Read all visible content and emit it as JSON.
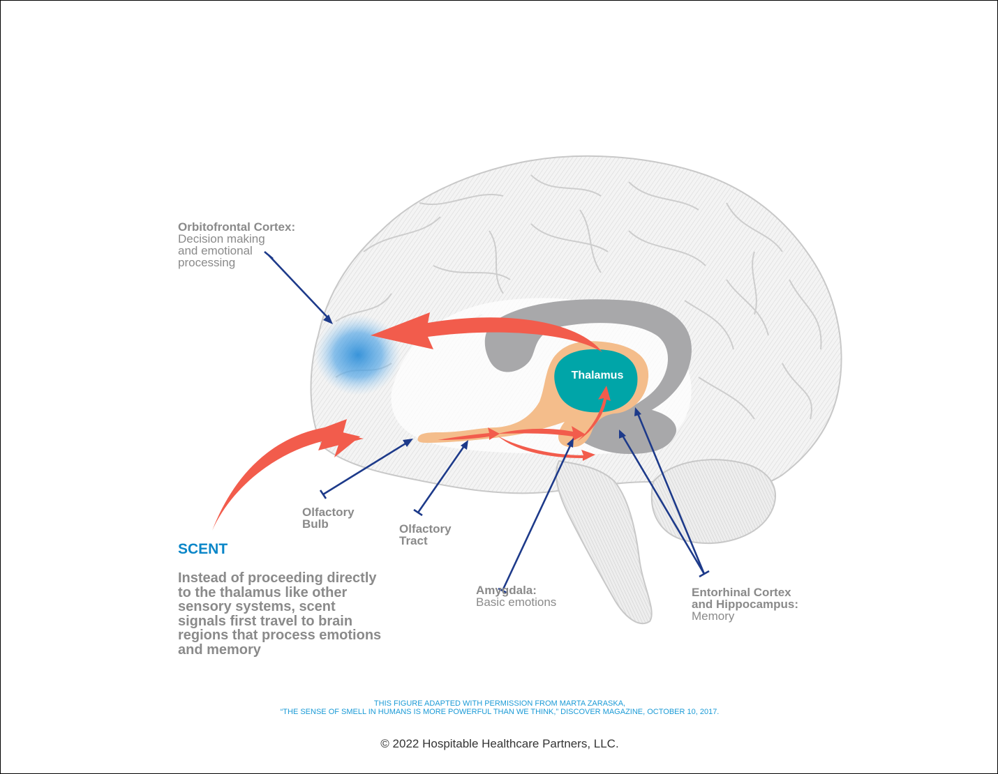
{
  "colors": {
    "scent_blue": "#0a86c8",
    "label_gray": "#8a8a8a",
    "arrow_red": "#f25c4c",
    "pointer_navy": "#1d3a8a",
    "thalamus_teal": "#00a5a8",
    "pathway_tan": "#f4bd8b",
    "hippocampus_gray": "#a8a8aa",
    "credit_blue": "#1a9ad6"
  },
  "brain": {
    "thalamus_label": "Thalamus"
  },
  "labels": {
    "orbitofrontal": {
      "title": "Orbitofrontal Cortex:",
      "lines": [
        "Decision making",
        "and emotional",
        "processing"
      ]
    },
    "olfactory_bulb": {
      "lines": [
        "Olfactory",
        "Bulb"
      ]
    },
    "olfactory_tract": {
      "lines": [
        "Olfactory",
        "Tract"
      ]
    },
    "amygdala": {
      "title": "Amygdala:",
      "desc": "Basic emotions"
    },
    "entorhinal": {
      "title_lines": [
        "Entorhinal Cortex",
        "and Hippocampus:"
      ],
      "desc": "Memory"
    }
  },
  "scent": {
    "title": "SCENT",
    "body": "Instead of proceeding directly to the thalamus like other sensory systems, scent signals first travel to brain regions that process emotions and memory"
  },
  "credit": {
    "line1": "THIS FIGURE ADAPTED WITH PERMISSION FROM MARTA ZARASKA,",
    "line2": "“THE SENSE OF SMELL IN HUMANS IS MORE POWERFUL THAN WE THINK,” DISCOVER MAGAZINE, OCTOBER 10, 2017."
  },
  "copyright": "© 2022 Hospitable Healthcare Partners, LLC."
}
